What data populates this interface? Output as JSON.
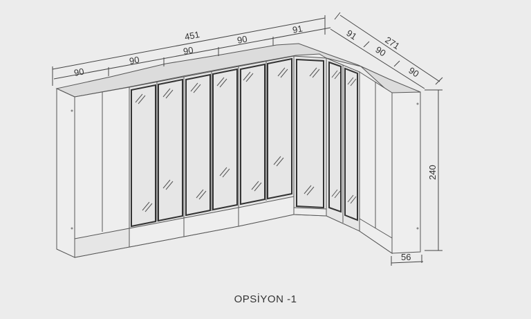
{
  "diagram": {
    "caption": "OPSİYON -1",
    "colors": {
      "background": "#ececec",
      "line": "#555555",
      "door_face": "#eeeeee",
      "mirror_door": "#e4e4e4",
      "top_face": "#dcdcdc"
    },
    "dimensions": {
      "total_left_width": "451",
      "left_modules": [
        "90",
        "90",
        "90",
        "90",
        "91"
      ],
      "total_right_width": "271",
      "right_modules": [
        "91",
        "90",
        "90"
      ],
      "height": "240",
      "depth": "56"
    }
  }
}
